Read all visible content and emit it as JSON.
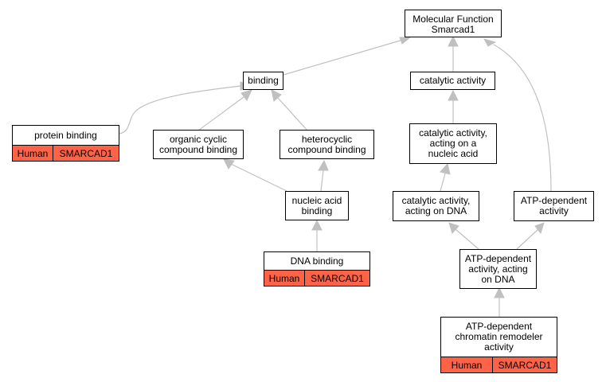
{
  "colors": {
    "edge": "#c0c0c0",
    "annotation_fill": "#ff6347",
    "node_border": "#000000"
  },
  "nodes": {
    "root": {
      "label": "Molecular Function\nSmarcad1"
    },
    "binding": {
      "label": "binding"
    },
    "catalytic": {
      "label": "catalytic activity"
    },
    "protein_binding": {
      "label": "protein binding",
      "species": "Human",
      "gene": "SMARCAD1"
    },
    "organic_cyclic": {
      "label": "organic cyclic\ncompound binding"
    },
    "heterocyclic": {
      "label": "heterocyclic\ncompound binding"
    },
    "cat_nucleic": {
      "label": "catalytic activity,\nacting on a\nnucleic acid"
    },
    "nucleic_acid": {
      "label": "nucleic acid\nbinding"
    },
    "cat_dna": {
      "label": "catalytic activity,\nacting on DNA"
    },
    "atp_dep": {
      "label": "ATP-dependent\nactivity"
    },
    "dna_binding": {
      "label": "DNA binding",
      "species": "Human",
      "gene": "SMARCAD1"
    },
    "atp_dna": {
      "label": "ATP-dependent\nactivity, acting\non DNA"
    },
    "remodeler": {
      "label": "ATP-dependent\nchromatin remodeler\nactivity",
      "species": "Human",
      "gene": "SMARCAD1"
    }
  }
}
